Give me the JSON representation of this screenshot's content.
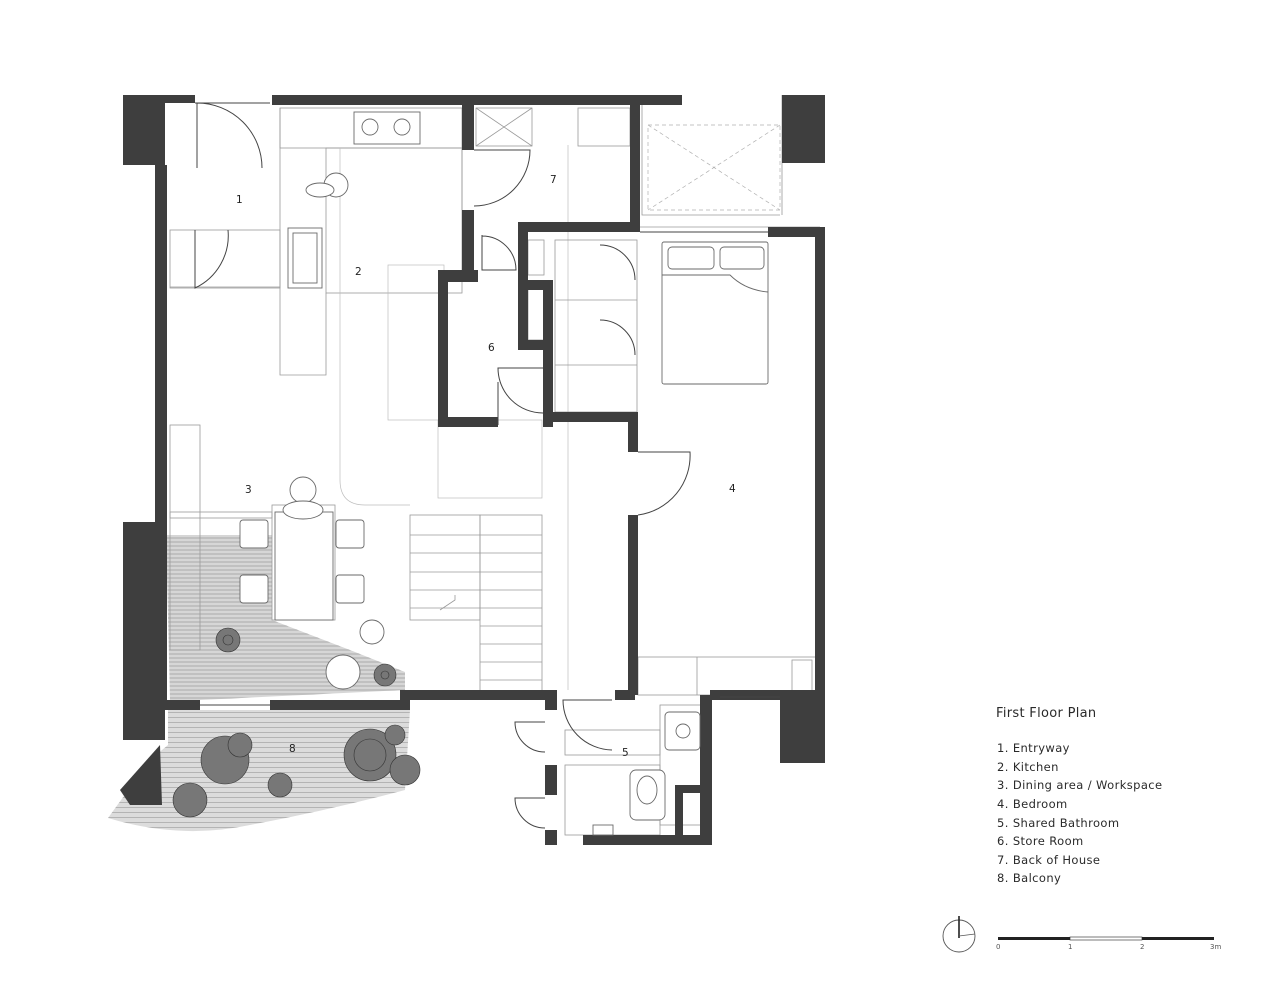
{
  "legend": {
    "title": "First Floor Plan",
    "items": [
      "1. Entryway",
      "2. Kitchen",
      "3. Dining area / Workspace",
      "4. Bedroom",
      "5. Shared Bathroom",
      "6. Store Room",
      "7. Back of House",
      "8. Balcony"
    ]
  },
  "room_numbers": [
    "1",
    "2",
    "3",
    "4",
    "5",
    "6",
    "7",
    "8"
  ],
  "scale_bar": {
    "labels": [
      "0",
      "1",
      "2",
      "3m"
    ]
  },
  "colors": {
    "wall": "#3e3e3e",
    "hatch": "#c8c8c8",
    "line": "#9a9a9a"
  },
  "icons": [
    "north-arrow-icon"
  ]
}
